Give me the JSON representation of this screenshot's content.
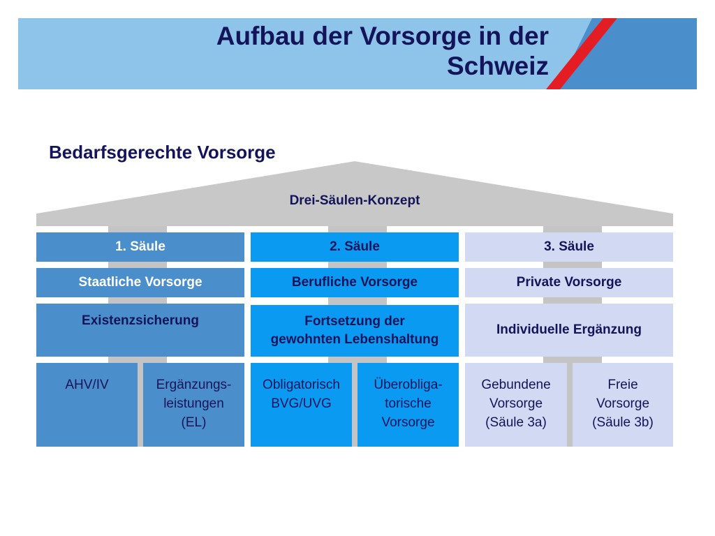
{
  "header": {
    "title_line1": "Aufbau der Vorsorge in der",
    "title_line2": "Schweiz"
  },
  "subtitle": "Bedarfsgerechte Vorsorge",
  "roof_label": "Drei-Säulen-Konzept",
  "colors": {
    "pillar1": "#4a8fcc",
    "pillar2": "#0a9af2",
    "pillar3": "#d2d9f2",
    "roof": "#c8c8c8",
    "text_dark": "#14145a"
  },
  "pillars": [
    {
      "name": "1. Säule",
      "type": "Staatliche Vorsorge",
      "purpose": [
        "Existenzsicherung"
      ],
      "components": [
        [
          "AHV/IV"
        ],
        [
          "Ergänzungs-",
          "leistungen",
          "(EL)"
        ]
      ]
    },
    {
      "name": "2. Säule",
      "type": "Berufliche Vorsorge",
      "purpose": [
        "Fortsetzung der",
        "gewohnten Lebenshaltung"
      ],
      "components": [
        [
          "Obligatorisch",
          "BVG/UVG"
        ],
        [
          "Überobliga-",
          "torische",
          "Vorsorge"
        ]
      ]
    },
    {
      "name": "3. Säule",
      "type": "Private Vorsorge",
      "purpose": [
        "Individuelle Ergänzung"
      ],
      "components": [
        [
          "Gebundene",
          "Vorsorge",
          "(Säule 3a)"
        ],
        [
          "Freie",
          "Vorsorge",
          "(Säule 3b)"
        ]
      ]
    }
  ]
}
